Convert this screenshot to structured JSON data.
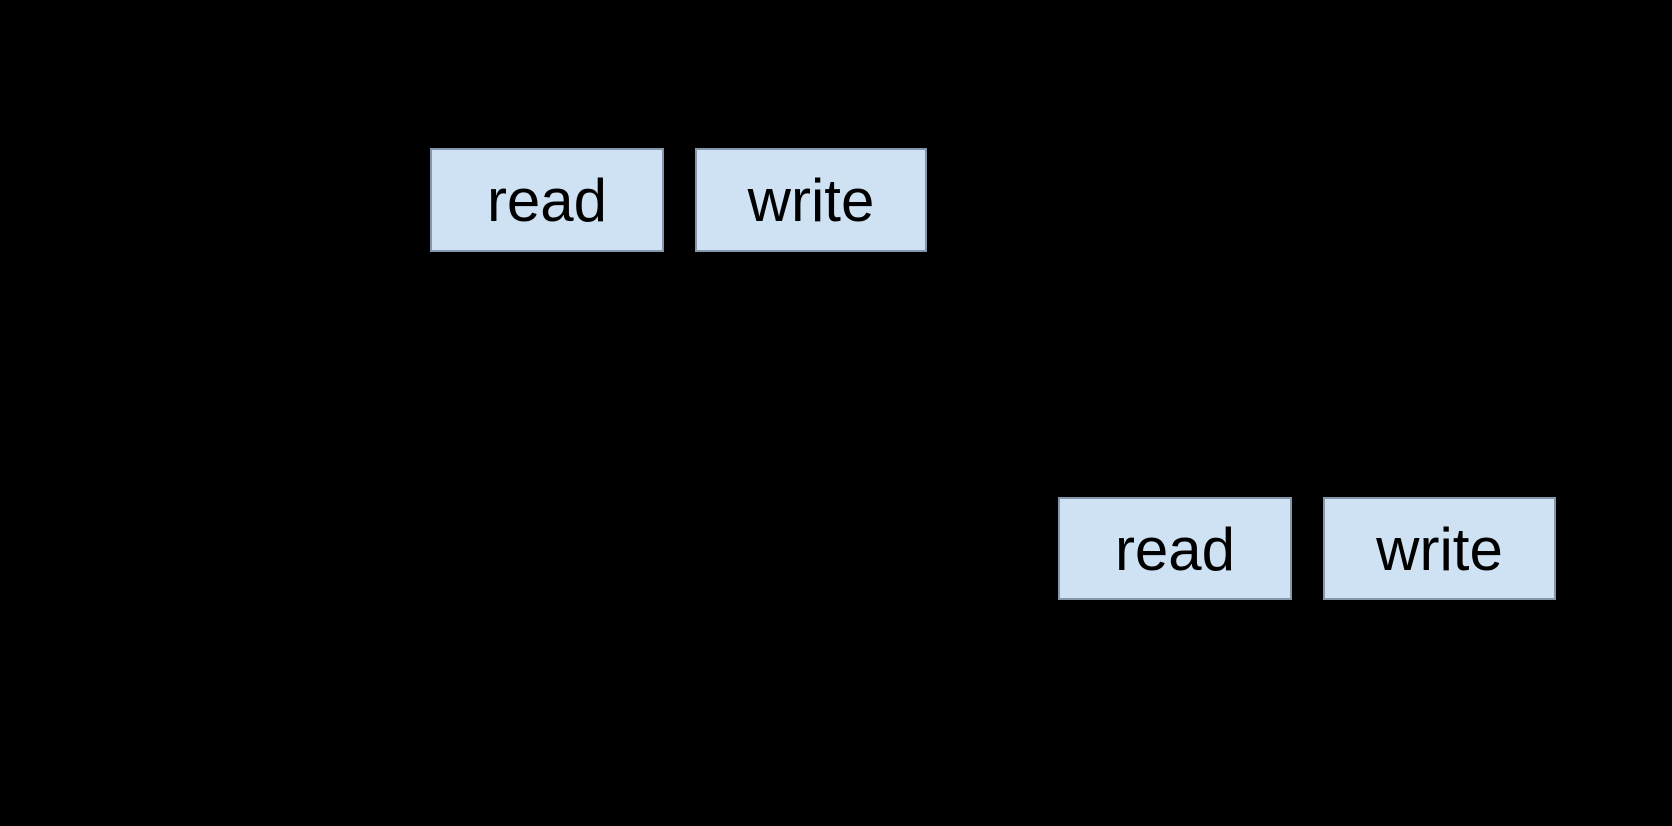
{
  "canvas": {
    "background_color": "#000000"
  },
  "diagram": {
    "boxes": [
      {
        "id": "read-top",
        "label": "read"
      },
      {
        "id": "write-top",
        "label": "write"
      },
      {
        "id": "read-bottom",
        "label": "read"
      },
      {
        "id": "write-bottom",
        "label": "write"
      }
    ],
    "colors": {
      "box_fill": "#cfe2f3",
      "box_border": "#8398ab",
      "box_text": "#000000"
    }
  }
}
